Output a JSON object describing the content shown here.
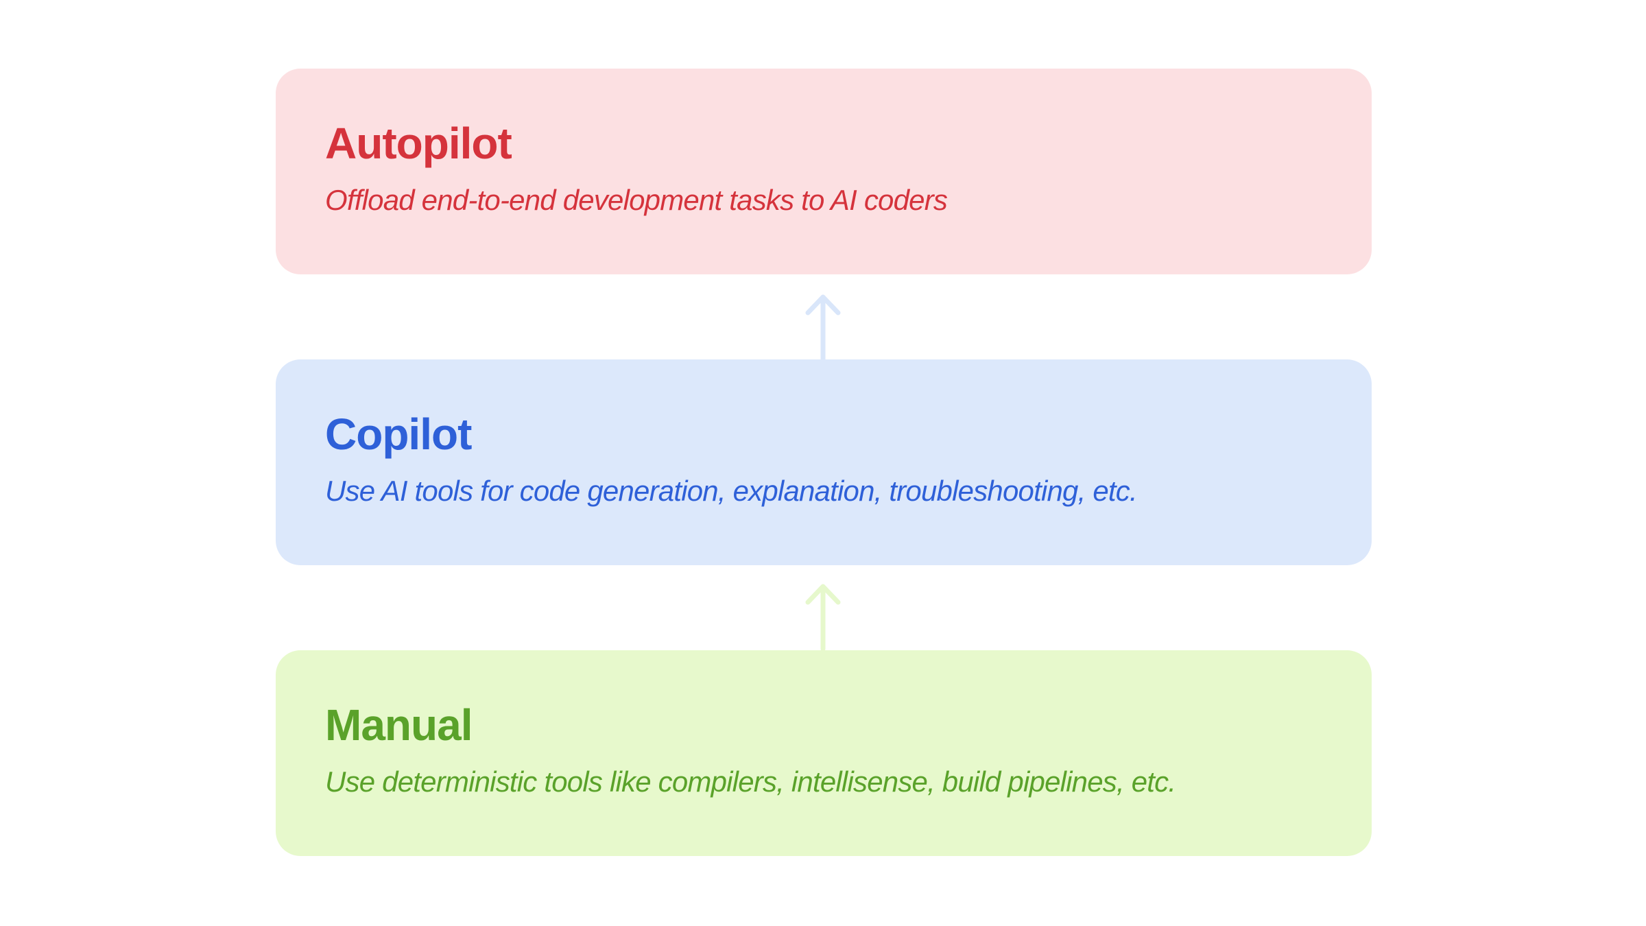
{
  "page": {
    "background_color": "#ffffff"
  },
  "diagram": {
    "levels": [
      {
        "name": "autopilot",
        "title": "Autopilot",
        "description": "Offload end-to-end development tasks to AI coders",
        "box_color": "#fce0e2",
        "text_color": "#d5333c"
      },
      {
        "name": "copilot",
        "title": "Copilot",
        "description": "Use AI tools for code generation, explanation, troubleshooting, etc.",
        "box_color": "#dce8fb",
        "text_color": "#2e60d8"
      },
      {
        "name": "manual",
        "title": "Manual",
        "description": "Use deterministic tools like compilers, intellisense, build pipelines, etc.",
        "box_color": "#e7f9cc",
        "text_color": "#5aa22a"
      }
    ],
    "arrows": [
      {
        "name": "copilot-to-autopilot",
        "direction": "up",
        "color": "#d9e6fa"
      },
      {
        "name": "manual-to-copilot",
        "direction": "up",
        "color": "#e6f8cc"
      }
    ]
  }
}
